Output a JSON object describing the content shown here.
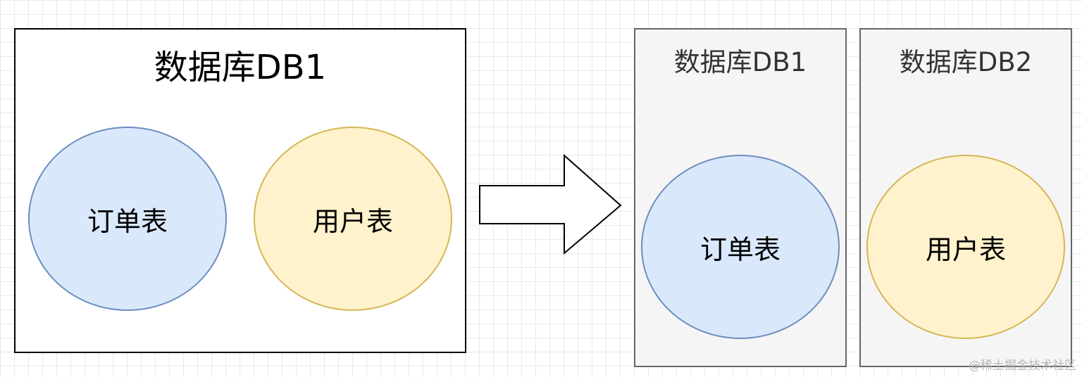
{
  "source": {
    "db_title": "数据库DB1",
    "tables": {
      "order": "订单表",
      "user": "用户表"
    }
  },
  "target": [
    {
      "db_title": "数据库DB1",
      "table": "订单表"
    },
    {
      "db_title": "数据库DB2",
      "table": "用户表"
    }
  ],
  "watermark": "@稀土掘金技术社区",
  "colors": {
    "order_fill": "#dae8fc",
    "order_stroke": "#6c8ebf",
    "user_fill": "#fff2cc",
    "user_stroke": "#d6b656",
    "target_db_fill": "#f5f5f5",
    "target_db_stroke": "#666666"
  }
}
